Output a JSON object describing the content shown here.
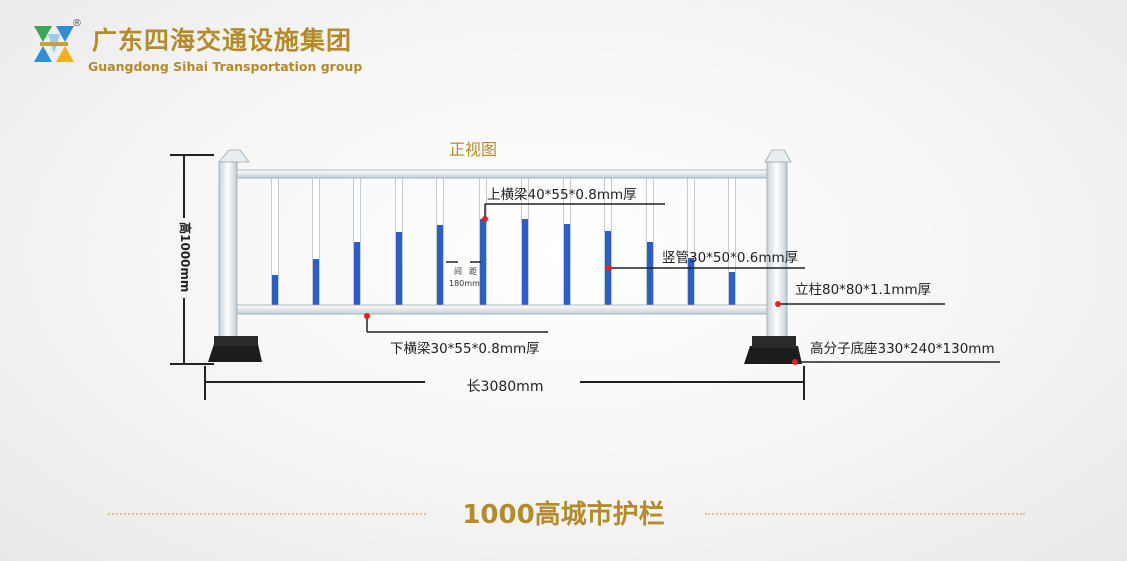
{
  "header": {
    "company_cn": "广东四海交通设施集团",
    "company_en": "Guangdong Sihai Transportation group",
    "reg_mark": "®"
  },
  "diagram": {
    "view_title": "正视图",
    "labels": {
      "top_beam": "上横梁40*55*0.8mm厚",
      "vertical_tube": "竖管30*50*0.6mm厚",
      "post": "立柱80*80*1.1mm厚",
      "bottom_beam": "下横梁30*55*0.8mm厚",
      "base": "高分子底座330*240*130mm",
      "height": "高1000mm",
      "length": "长3080mm",
      "spacing_1": "间",
      "spacing_2": "距",
      "spacing_value": "180mm"
    },
    "colors": {
      "brand_gold": "#b58a2a",
      "blue": "#2c5fc4",
      "marker_red": "#e02020"
    }
  },
  "footer": {
    "title": "1000高城市护栏"
  }
}
